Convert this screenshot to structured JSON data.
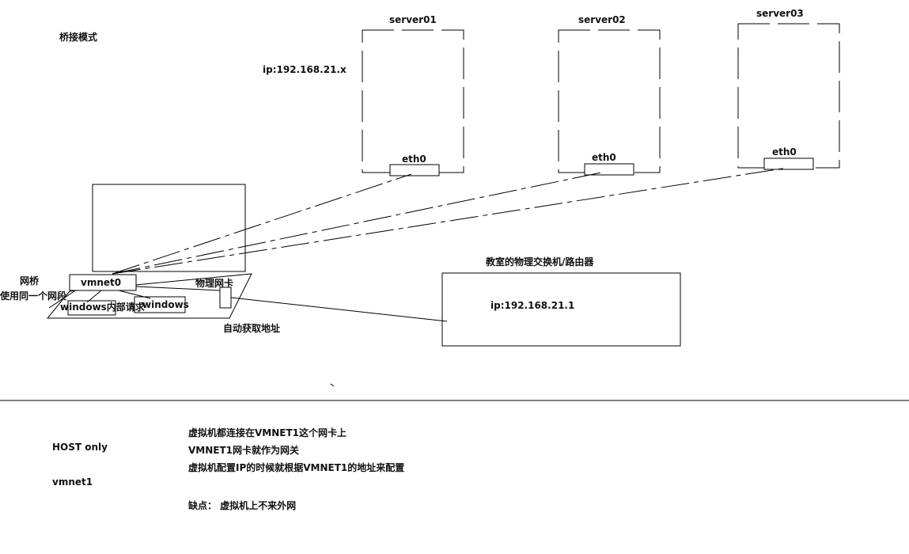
{
  "bridge": {
    "mode_title": "桥接模式",
    "ip_note": "ip:192.168.21.x",
    "servers": [
      {
        "name": "server01",
        "nic": "eth0"
      },
      {
        "name": "server02",
        "nic": "eth0"
      },
      {
        "name": "server03",
        "nic": "eth0"
      }
    ],
    "host": {
      "vmnet": "vmnet0",
      "bridge_label": "网桥",
      "same_segment": "使用同一个网段",
      "windows_internal": "windows内部请求",
      "windows": "windows",
      "physical_nic": "物理网卡",
      "auto_ip": "自动获取地址"
    },
    "switch": {
      "title": "教室的物理交换机/路由器",
      "ip": "ip:192.168.21.1"
    }
  },
  "host_only": {
    "mode_title": "HOST only",
    "vmnet": "vmnet1",
    "notes": [
      "虚拟机都连接在VMNET1这个网卡上",
      "VMNET1网卡就作为网关",
      "虚拟机配置IP的时候就根据VMNET1的地址来配置"
    ],
    "drawback": "缺点：  虚拟机上不来外网"
  }
}
